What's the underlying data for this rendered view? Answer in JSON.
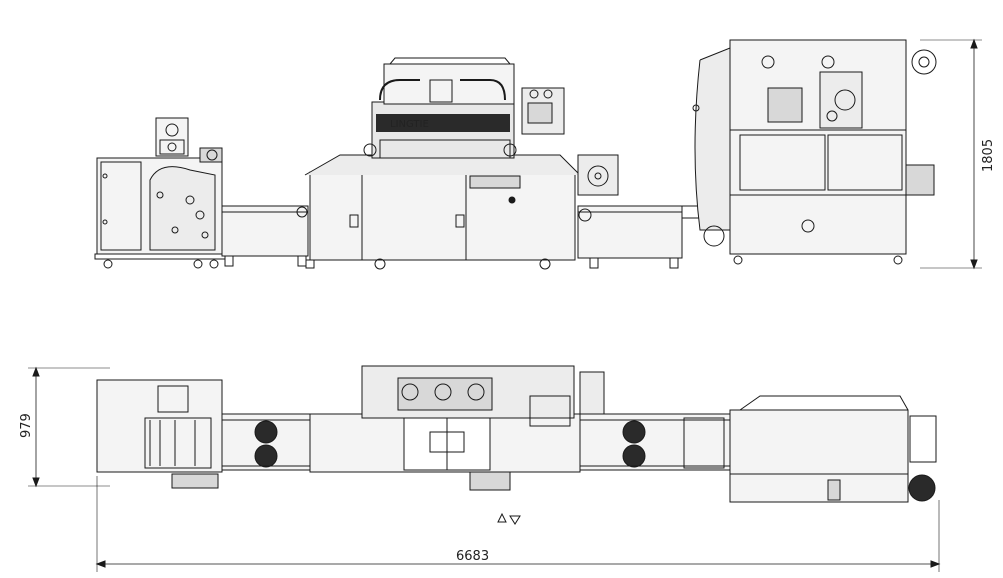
{
  "dimensions": {
    "height_side": "1805",
    "width_top": "979",
    "length_total": "6683"
  },
  "machine_label": "LINGTIE",
  "colors": {
    "line": "#1a1a1a",
    "fill_light": "#f4f4f4",
    "fill_mid": "#d8d8d8",
    "fill_dark": "#2a2a2a"
  }
}
